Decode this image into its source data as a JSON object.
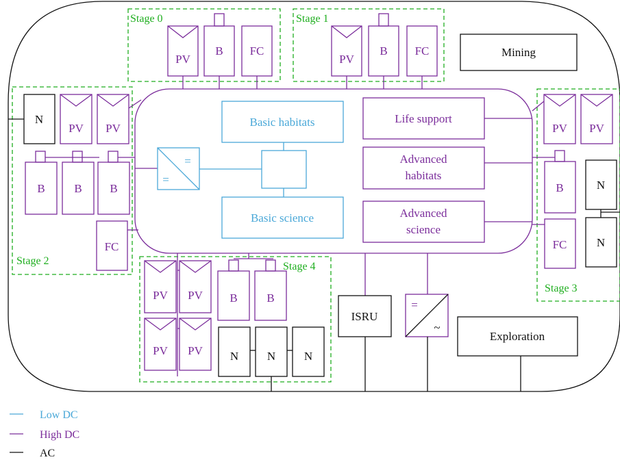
{
  "stages": {
    "s0": "Stage 0",
    "s1": "Stage 1",
    "s2": "Stage 2",
    "s3": "Stage 3",
    "s4": "Stage 4"
  },
  "components": {
    "pv": "PV",
    "battery": "B",
    "fuel_cell": "FC",
    "nuclear": "N"
  },
  "loads": {
    "mining": "Mining",
    "exploration": "Exploration",
    "isru": "ISRU",
    "basic_habitats": "Basic habitats",
    "basic_science": "Basic science",
    "life_support": "Life support",
    "advanced_habitats": [
      "Advanced",
      "habitats"
    ],
    "advanced_science": [
      "Advanced",
      "science"
    ]
  },
  "converter_symbols": {
    "dcdc_top": "=",
    "dcdc_bottom": "=",
    "dcac_top": "=",
    "dcac_bottom": "~"
  },
  "legend": {
    "low_dc": "Low DC",
    "high_dc": "High DC",
    "ac": "AC"
  },
  "colors": {
    "low_dc": "#4aa8d8",
    "high_dc": "#7b2d9b",
    "ac": "#111111",
    "stage_boundary": "#1fae1f"
  }
}
